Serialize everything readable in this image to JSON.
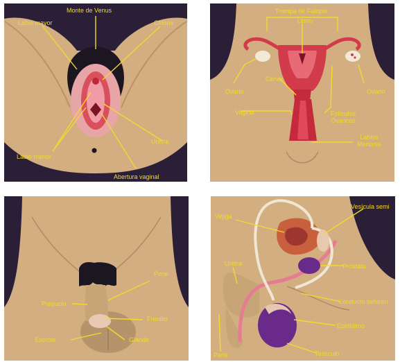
{
  "colors": {
    "background": "#2b1f37",
    "skin": "#d3ae80",
    "label": "#f3da2c",
    "hair": "#1c1620",
    "pink": "#e8a5a8",
    "red": "#d23b4a",
    "ovary": "#f2ead6",
    "glans": "#e9c9b4",
    "prostate": "#6a2a8a",
    "testis": "#6a2a8a",
    "bladder": "#c8603e"
  },
  "panels": {
    "vulva": {
      "labels": {
        "mons": "Monte de Venus",
        "labia_major": "Labio mayor",
        "clitoris": "Clítoris",
        "labia_minor": "Labio menor",
        "urethra": "Uretra",
        "vaginal_opening": "Abertura vaginal"
      }
    },
    "female_internal": {
      "labels": {
        "fallopian_tube": "Trompa de Falopio",
        "uterus": "Útero",
        "ovary_left": "Ovario",
        "ovary_right": "Ovario",
        "cervix": "Cérvix",
        "vagina": "Vagina",
        "follicles": "Folículos\nOvaricos",
        "labia": "Labios\nMenores"
      }
    },
    "penis_external": {
      "labels": {
        "penis": "Pene",
        "foreskin": "Prepucio",
        "frenulum": "Frenillo",
        "scrotum": "Escroto",
        "glans": "Glande"
      }
    },
    "male_internal": {
      "labels": {
        "bladder": "Vejiga",
        "seminal_vesicle": "Vesícula semi",
        "urethra": "Uretra",
        "prostate": "Próstata",
        "vas_deferens": "Conducto deferen",
        "epididymis": "Epidídimo",
        "penis": "Pene",
        "testicle": "Testículo"
      }
    }
  }
}
